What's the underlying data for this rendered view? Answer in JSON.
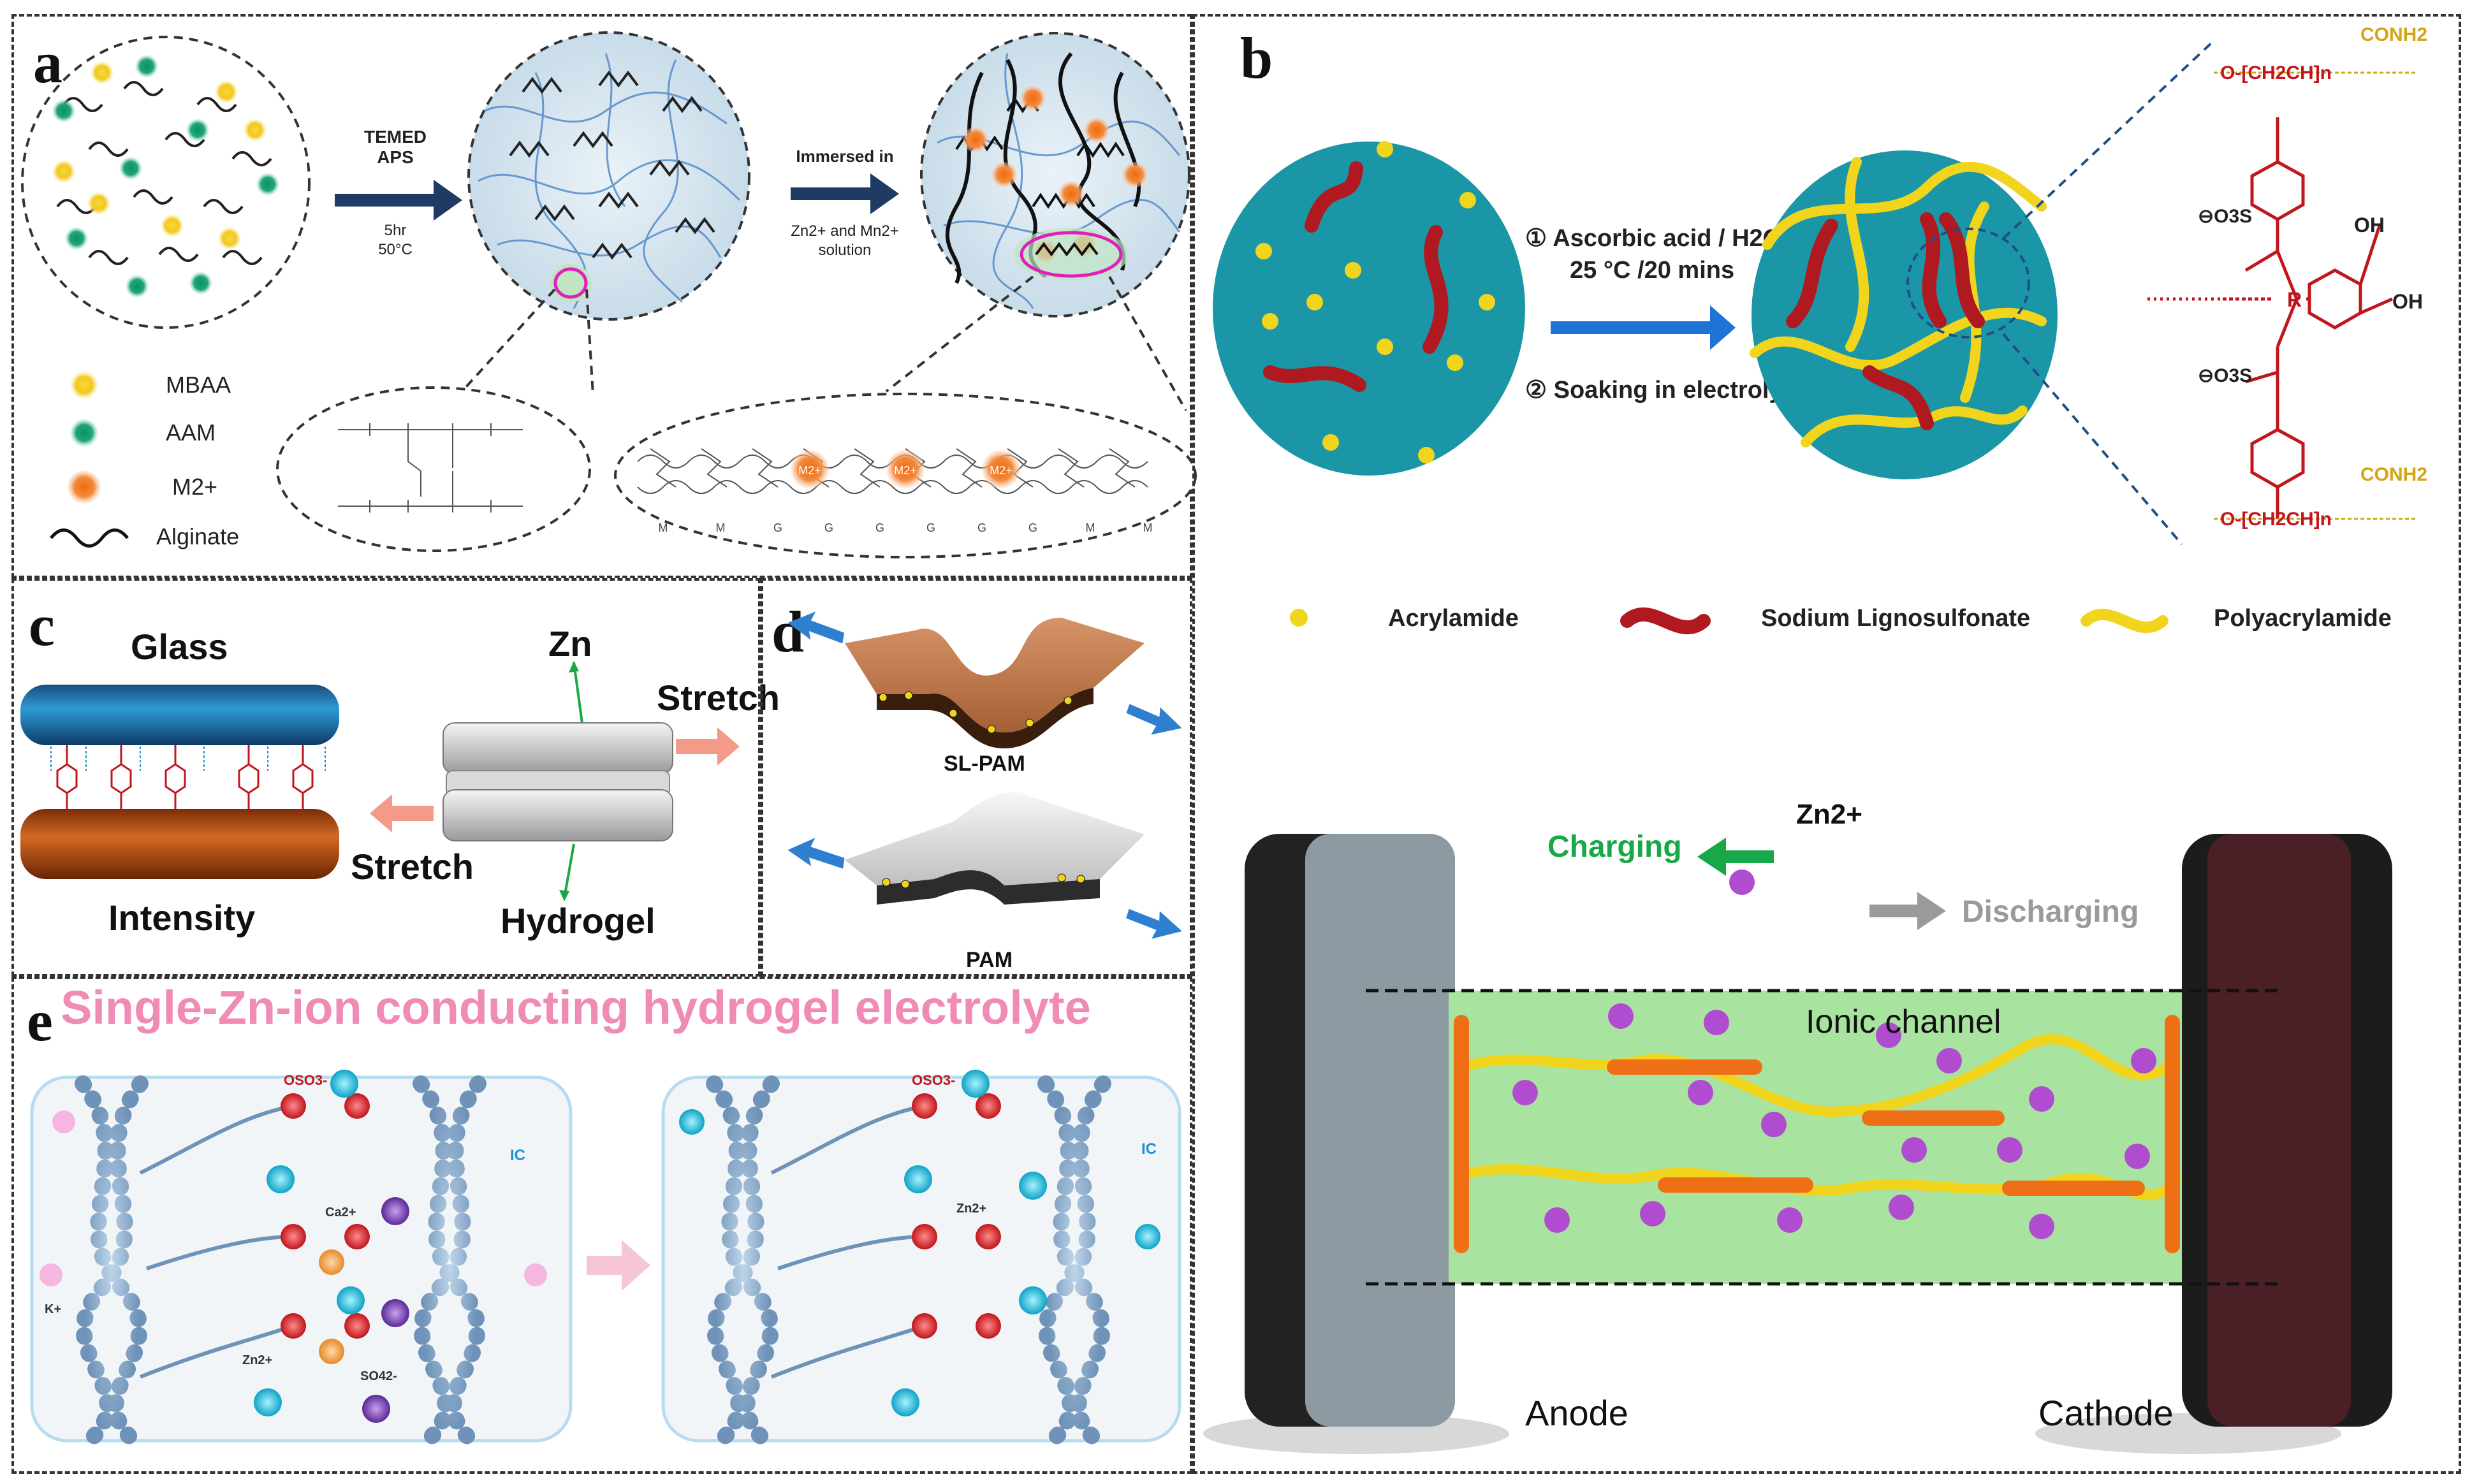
{
  "panel_a": {
    "label": "a",
    "arrow1": {
      "line1": "TEMED",
      "line2": "APS",
      "line3": "5hr",
      "line4": "50°C"
    },
    "arrow2": {
      "line1": "Immersed in",
      "line2": "Zn2+ and Mn2+",
      "line3": "solution"
    },
    "legend": [
      {
        "label": "MBAA",
        "color": "#f2d03b"
      },
      {
        "label": "AAM",
        "color": "#1fa37a"
      },
      {
        "label": "M2+",
        "color": "#f07a1c"
      },
      {
        "label": "Alginate"
      }
    ],
    "blocks": [
      "M",
      "M",
      "G",
      "G",
      "G",
      "G",
      "G",
      "G",
      "M",
      "M"
    ],
    "ion": "M2+"
  },
  "panel_b": {
    "label": "b",
    "step1": "① Ascorbic acid / H2O2",
    "step1_sub": "25 °C /20 mins",
    "step2": "② Soaking in electrolyte",
    "legend": [
      {
        "label": "Acrylamide",
        "color": "#f1d51d"
      },
      {
        "label": "Sodium Lignosulfonate",
        "color": "#b0191f"
      },
      {
        "label": "Polyacrylamide",
        "color": "#f1d51d"
      }
    ],
    "chem": {
      "conh2_top": "CONH2",
      "conh2_bottom": "CONH2",
      "oh1": "OH",
      "oh2": "OH",
      "so3_1": "⊖O3S",
      "so3_2": "⊖O3S",
      "r": "R",
      "chain_top": "O-[CH2CH]n",
      "chain_bottom": "O-[CH2CH]n"
    },
    "ion": "Zn2+",
    "charging": "Charging",
    "discharging": "Discharging",
    "channel": "Ionic channel",
    "anode": "Anode",
    "cathode": "Cathode",
    "colors": {
      "charging": "#19a848",
      "discharging": "#9a9a9a",
      "channel": "#a9e3a0"
    }
  },
  "panel_c": {
    "label": "c",
    "glass": "Glass",
    "intensity": "Intensity",
    "zn": "Zn",
    "hydrogel": "Hydrogel",
    "stretch_right": "Stretch",
    "stretch_left": "Stretch"
  },
  "panel_d": {
    "label": "d",
    "top": "SL-PAM",
    "bottom": "PAM"
  },
  "panel_e": {
    "label": "e",
    "title": "Single-Zn-ion conducting hydrogel electrolyte",
    "left": {
      "oso3": "OSO3-",
      "ic": "IC",
      "ca": "Ca2+",
      "zn": "Zn2+",
      "so4": "SO42-",
      "k": "K+"
    },
    "right": {
      "oso3": "OSO3-",
      "ic": "IC",
      "zn": "Zn2+"
    },
    "title_color": "#f08bb6"
  }
}
